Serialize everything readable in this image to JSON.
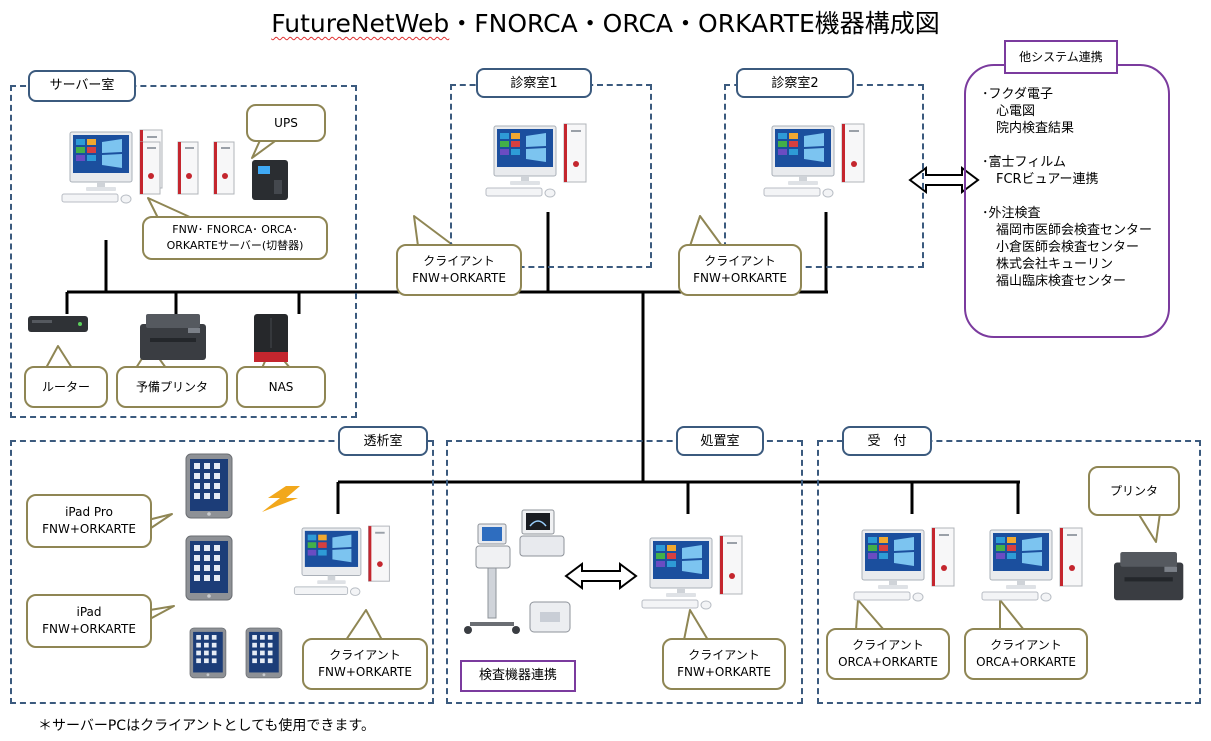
{
  "title": {
    "underlined": "FutureNetWeb",
    "rest": "・FNORCA・ORCA・ORKARTE機器構成図"
  },
  "rooms": {
    "server": "サーバー室",
    "exam1": "診察室1",
    "exam2": "診察室2",
    "dialysis": "透析室",
    "treatment": "処置室",
    "reception": "受　付"
  },
  "bubbles": {
    "ups": "UPS",
    "server_line1": "FNW･ FNORCA･ ORCA･",
    "server_line2": "ORKARTEサーバー(切替器)",
    "router": "ルーター",
    "spare_printer": "予備プリンタ",
    "nas": "NAS",
    "client1_line1": "クライアント",
    "client1_line2": "FNW+ORKARTE",
    "client2_line1": "クライアント",
    "client2_line2": "FNW+ORKARTE",
    "ipadpro_line1": "iPad Pro",
    "ipadpro_line2": "FNW+ORKARTE",
    "ipad_line1": "iPad",
    "ipad_line2": "FNW+ORKARTE",
    "dialysis_client_line1": "クライアント",
    "dialysis_client_line2": "FNW+ORKARTE",
    "treatment_client_line1": "クライアント",
    "treatment_client_line2": "FNW+ORKARTE",
    "reception1_line1": "クライアント",
    "reception1_line2": "ORCA+ORKARTE",
    "reception2_line1": "クライアント",
    "reception2_line2": "ORCA+ORKARTE",
    "printer": "プリンタ"
  },
  "exam_device_label": "検査機器連携",
  "other_systems": {
    "label": "他システム連携",
    "fukuda": "･フクダ電子",
    "fukuda_1": "心電図",
    "fukuda_2": "院内検査結果",
    "fuji": "･富士フィルム",
    "fuji_1": "FCRビュアー連携",
    "outsource": "･外注検査",
    "outsource_1": "福岡市医師会検査センター",
    "outsource_2": "小倉医師会検査センター",
    "outsource_3": "株式会社キューリン",
    "outsource_4": "福山臨床検査センター"
  },
  "footnote": "＊サーバーPCはクライアントとしても使用できます。",
  "colors": {
    "room_border": "#3b5a7e",
    "bubble_border": "#8f8654",
    "purple": "#7b3b9e",
    "accent_red": "#c4262e",
    "bolt": "#f2a81c"
  }
}
